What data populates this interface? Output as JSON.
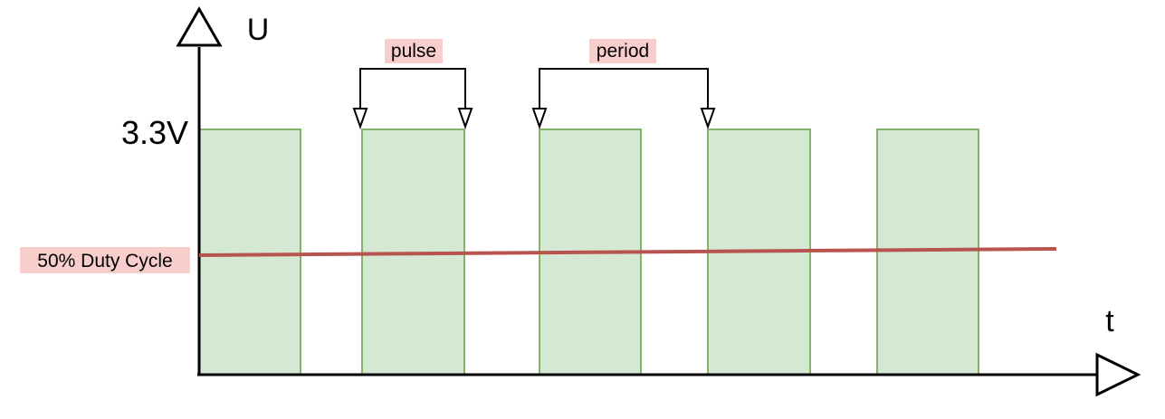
{
  "axes": {
    "y_label": "U",
    "x_label": "t",
    "level_label": "3.3V"
  },
  "annotations": {
    "pulse": "pulse",
    "period": "period",
    "duty_cycle": "50% Duty Cycle"
  },
  "signal": {
    "pulse_count": 5,
    "duty_cycle_percent": 50
  },
  "colors": {
    "pulse_fill": "#d5e8d4",
    "pulse_stroke": "#82b366",
    "average_line": "#b85450",
    "label_highlight": "#f8cecc"
  }
}
